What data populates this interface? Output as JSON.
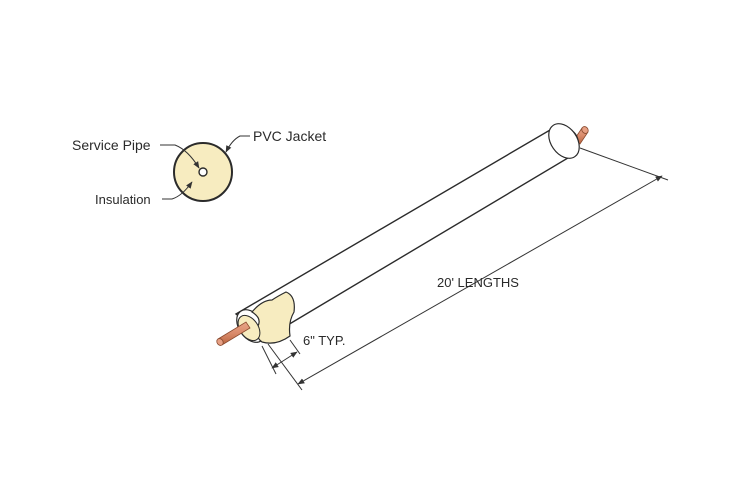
{
  "callouts": {
    "service_pipe": "Service Pipe",
    "pvc_jacket": "PVC Jacket",
    "insulation": "Insulation"
  },
  "dimensions": {
    "overall_length": "20' LENGTHS",
    "stripback": "6\" TYP."
  },
  "colors": {
    "insulation_fill": "#f7ecc0",
    "jacket_fill": "#ffffff",
    "jacket_shade": "#e9e9e9",
    "copper": "#d98a6a",
    "copper_dark": "#b8643f",
    "line": "#2b2b2b"
  }
}
